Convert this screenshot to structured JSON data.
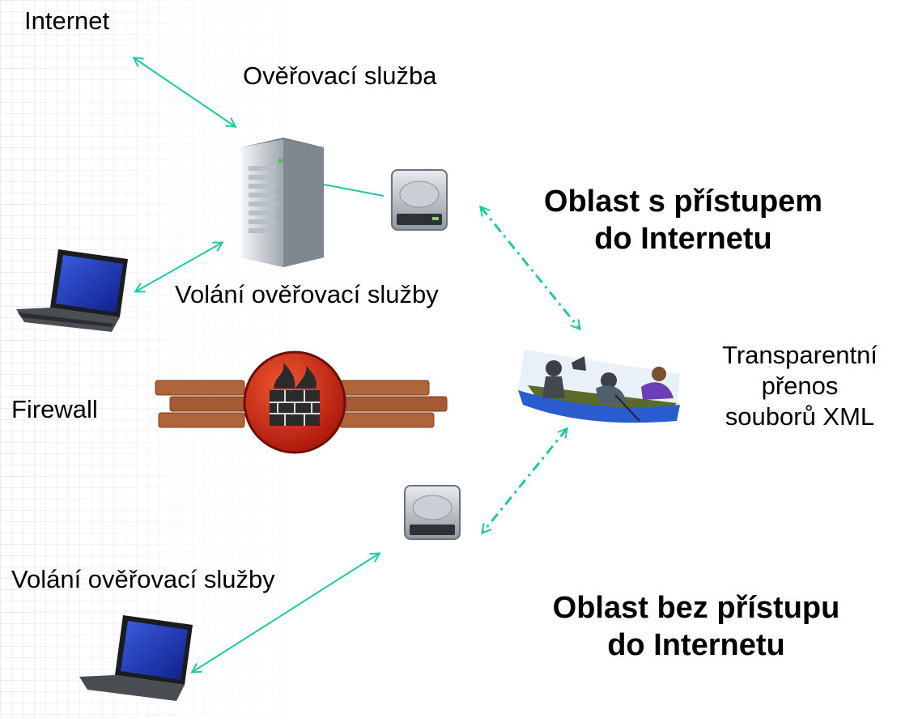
{
  "labels": {
    "internet": "Internet",
    "auth_service": "Ověřovací služba",
    "call_service_top": "Volání ověřovací služby",
    "firewall": "Firewall",
    "call_service_bottom": "Volání ověřovací služby",
    "zone_internet_line1": "Oblast s přístupem",
    "zone_internet_line2": "do Internetu",
    "zone_offline_line1": "Oblast bez přístupu",
    "zone_offline_line2": "do Internetu",
    "transfer_line1": "Transparentní",
    "transfer_line2": "přenos",
    "transfer_line3": "souborů XML"
  },
  "icons": [
    "server-icon",
    "hard-drive-icon",
    "laptop-icon",
    "firewall-icon",
    "rowing-boat-icon"
  ],
  "colors": {
    "arrow": "#1fc9a0",
    "laptop_screen": "#1f3bb8",
    "firewall_brick": "#b0643a",
    "firewall_badge": "#d42a12"
  }
}
